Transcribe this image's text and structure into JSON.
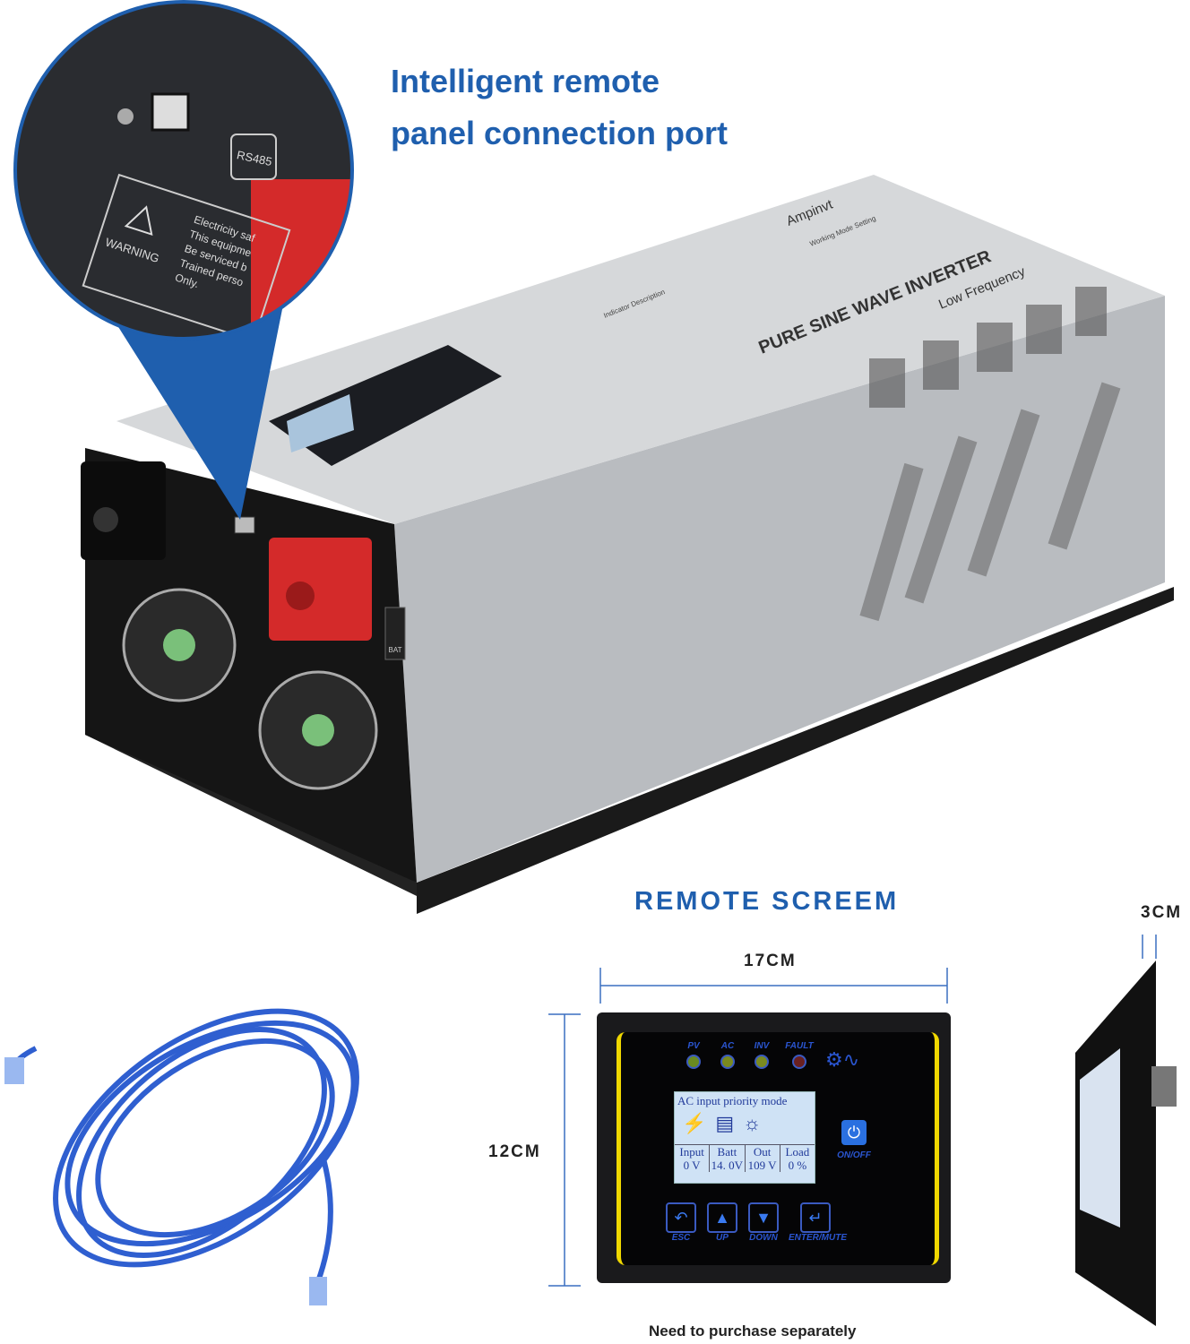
{
  "callout": {
    "headline_line1": "Intelligent remote",
    "headline_line2": "panel connection port",
    "port_label": "RS485",
    "warning_label": "WARNING",
    "warning_text": [
      "Electricity saf",
      "This equipme",
      "Be serviced b",
      "Trained perso",
      "Only."
    ]
  },
  "inverter": {
    "brand": "Ampinvt",
    "product_line1": "PURE SINE WAVE INVERTER",
    "product_line2": "Low Frequency",
    "indicator_title": "Indicator Description",
    "working_mode_title": "Working Mode Setting",
    "battery_terminal": "BAT"
  },
  "remote": {
    "title": "REMOTE SCREEM",
    "width_label": "17CM",
    "height_label": "12CM",
    "depth_label": "3CM",
    "leds": [
      {
        "label": "PV",
        "color": "#6a8a20"
      },
      {
        "label": "AC",
        "color": "#7a8a20"
      },
      {
        "label": "INV",
        "color": "#7a8a20"
      },
      {
        "label": "FAULT",
        "color": "#6a2020"
      }
    ],
    "lcd": {
      "mode": "AC input priority mode",
      "cells": [
        {
          "label": "Input",
          "value": "0 V"
        },
        {
          "label": "Batt",
          "value": "14. 0V"
        },
        {
          "label": "Out",
          "value": "109 V"
        },
        {
          "label": "Load",
          "value": "0 %"
        }
      ]
    },
    "power_label": "ON/OFF",
    "buttons": [
      {
        "label": "ESC",
        "icon": "back-arrow-icon",
        "glyph": "↶"
      },
      {
        "label": "UP",
        "icon": "up-triangle-icon",
        "glyph": "▲"
      },
      {
        "label": "DOWN",
        "icon": "down-triangle-icon",
        "glyph": "▼"
      },
      {
        "label": "ENTER/MUTE",
        "icon": "enter-icon",
        "glyph": "↵"
      }
    ],
    "note": "Need to purchase separately"
  },
  "colors": {
    "accent_blue": "#1f5fae",
    "cable_blue": "#2f5fd0",
    "terminal_red": "#d42a2a"
  }
}
